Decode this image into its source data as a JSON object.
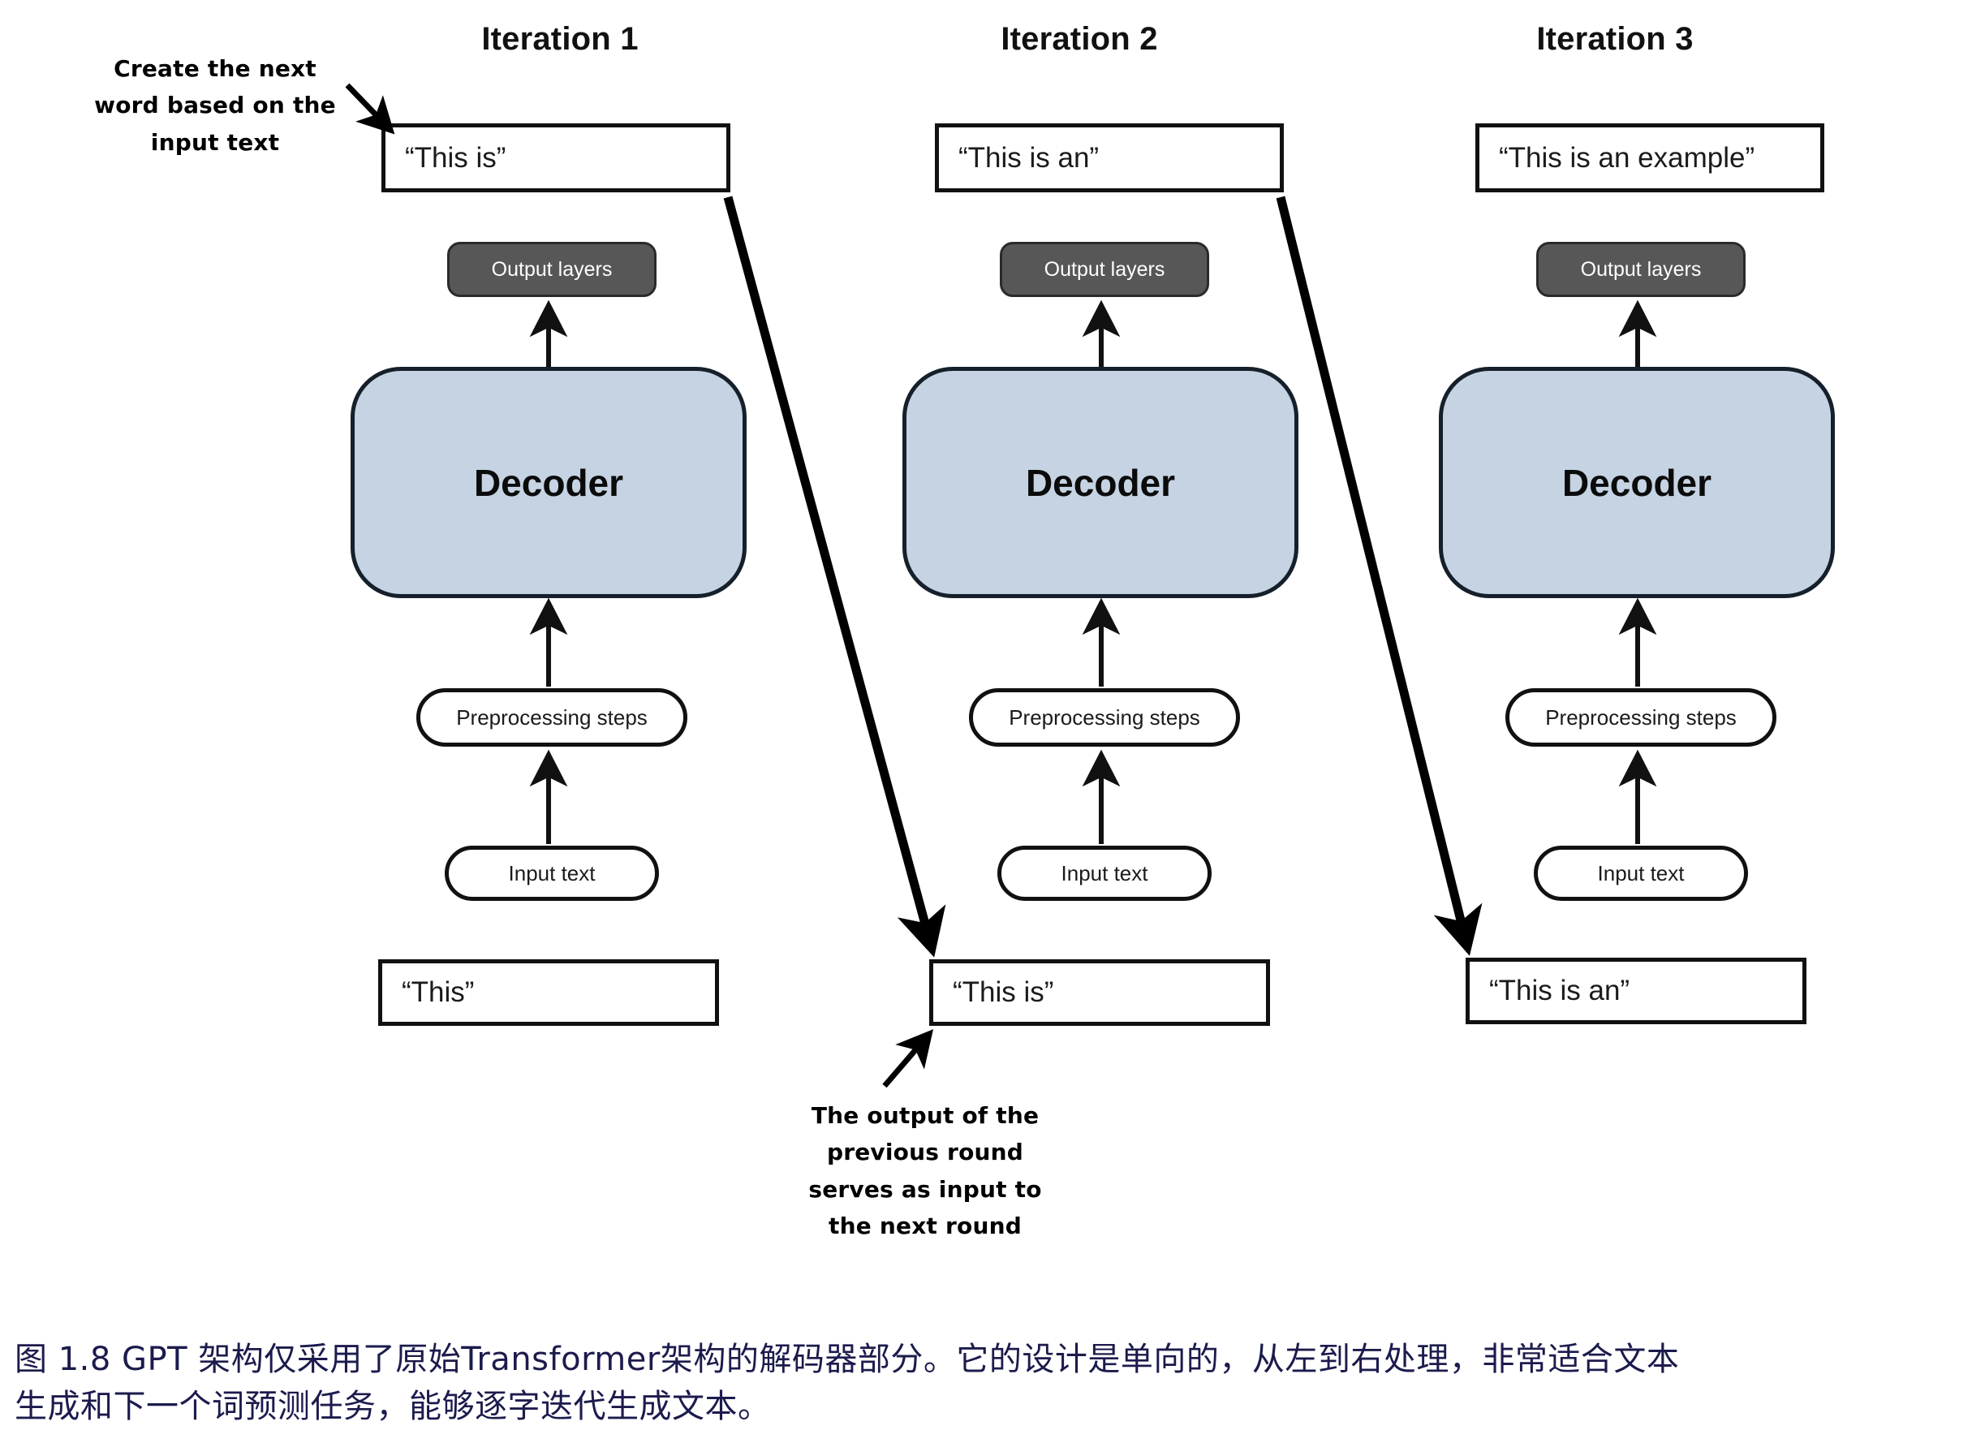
{
  "figure": {
    "caption_line1": "图 1.8  GPT 架构仅采用了原始Transformer架构的解码器部分。它的设计是单向的，从左到右处理，非常适合文本",
    "caption_line2": "生成和下一个词预测任务，能够逐字迭代生成文本。",
    "caption_color": "#1b1b4d"
  },
  "annotations": {
    "top_left": {
      "line1": "Create the next",
      "line2": "word based on the",
      "line3": "input text"
    },
    "bottom_center": {
      "line1": "The output of the",
      "line2": "previous round",
      "line3": "serves as input to",
      "line4": "the next round"
    }
  },
  "colors": {
    "decoder_fill": "#c5d3e3",
    "decoder_stroke": "#15202b",
    "output_layers_fill": "#575757",
    "output_layers_text": "#ffffff",
    "box_stroke": "#111111",
    "page_background": "#ffffff"
  },
  "columns": [
    {
      "title": "Iteration 1",
      "output_text": "“This is”",
      "output_layers_label": "Output layers",
      "decoder_label": "Decoder",
      "preprocessing_label": "Preprocessing steps",
      "input_text_label": "Input text",
      "input_string": "“This”"
    },
    {
      "title": "Iteration 2",
      "output_text": "“This is an”",
      "output_layers_label": "Output layers",
      "decoder_label": "Decoder",
      "preprocessing_label": "Preprocessing steps",
      "input_text_label": "Input text",
      "input_string": "“This is”"
    },
    {
      "title": "Iteration 3",
      "output_text": "“This is an example”",
      "output_layers_label": "Output layers",
      "decoder_label": "Decoder",
      "preprocessing_label": "Preprocessing steps",
      "input_text_label": "Input text",
      "input_string": "“This is an”"
    }
  ]
}
